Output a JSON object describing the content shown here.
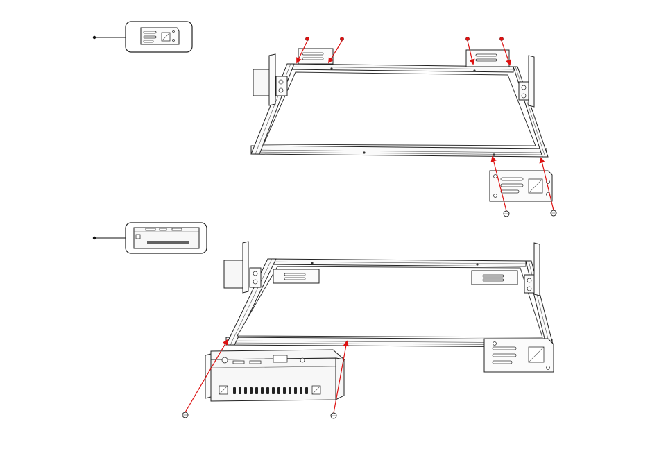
{
  "diagram": {
    "steps": [
      {
        "callout": "bracket-plate-thumbnail",
        "fasteners": 6
      },
      {
        "callout": "control-box-thumbnail",
        "fasteners": 2
      }
    ],
    "colors": {
      "arrow": "#dd1111",
      "line": "#222222",
      "fill": "#ffffff"
    }
  }
}
